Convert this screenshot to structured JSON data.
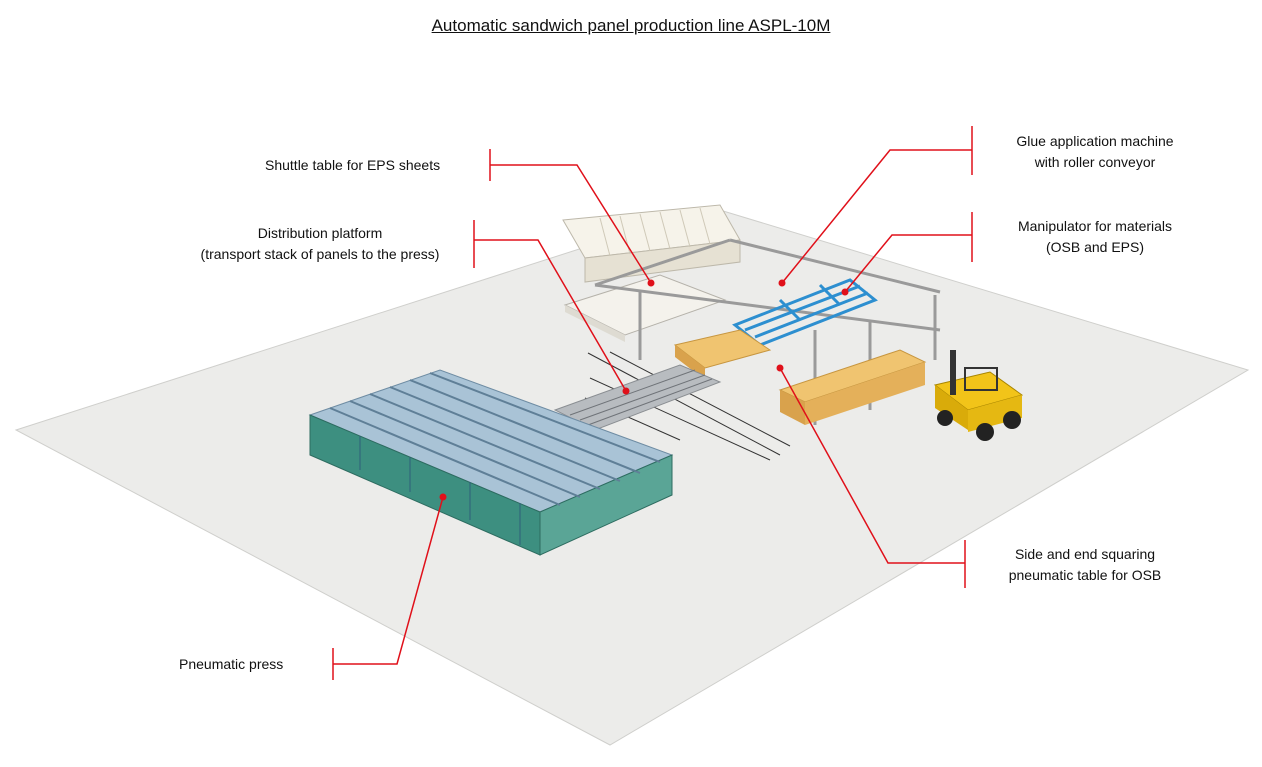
{
  "title": "Automatic sandwich panel production line ASPL-10M",
  "labels": {
    "shuttle_table": "Shuttle table for EPS sheets",
    "distribution_line1": "Distribution platform",
    "distribution_line2": "(transport stack of panels to the press)",
    "glue_line1": "Glue application machine",
    "glue_line2": "with roller conveyor",
    "manipulator_line1": "Manipulator for materials",
    "manipulator_line2": "(OSB and EPS)",
    "squaring_line1": "Side and end squaring",
    "squaring_line2": "pneumatic table for OSB",
    "press": "Pneumatic press"
  },
  "colors": {
    "leader": "#e0101a",
    "floor": "#ececea",
    "press_frame": "#7fa6c4",
    "press_green": "#2f8a7a",
    "manipulator": "#2d8fd0",
    "osb": "#e8b45a",
    "forklift": "#f2c419"
  }
}
